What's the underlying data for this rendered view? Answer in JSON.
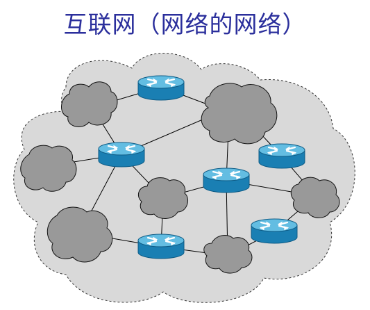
{
  "title": "互联网（网络的网络）",
  "colors": {
    "title": "#2b2f9c",
    "internet_cloud": "#d9d9d9",
    "network_cloud": "#999999",
    "router_body": "#1a8cc0",
    "router_top": "#5ab8e0",
    "link": "#000000"
  },
  "diagram": {
    "nodes": [
      {
        "id": "r1",
        "kind": "router"
      },
      {
        "id": "r2",
        "kind": "router"
      },
      {
        "id": "r3",
        "kind": "router"
      },
      {
        "id": "r4",
        "kind": "router"
      },
      {
        "id": "r5",
        "kind": "router"
      },
      {
        "id": "r6",
        "kind": "router"
      },
      {
        "id": "n1",
        "kind": "network"
      },
      {
        "id": "n2",
        "kind": "network"
      },
      {
        "id": "n3",
        "kind": "network"
      },
      {
        "id": "n4",
        "kind": "network"
      },
      {
        "id": "n5",
        "kind": "network"
      },
      {
        "id": "n6",
        "kind": "network"
      },
      {
        "id": "n7",
        "kind": "network"
      }
    ],
    "links": [
      [
        "n1",
        "r1"
      ],
      [
        "r1",
        "n2"
      ],
      [
        "n1",
        "r2"
      ],
      [
        "r2",
        "n2"
      ],
      [
        "n3",
        "r2"
      ],
      [
        "r2",
        "n4"
      ],
      [
        "r2",
        "n5"
      ],
      [
        "n2",
        "r3"
      ],
      [
        "n2",
        "r4"
      ],
      [
        "r3",
        "n4"
      ],
      [
        "r3",
        "n7"
      ],
      [
        "r3",
        "n6"
      ],
      [
        "r4",
        "n7"
      ],
      [
        "r6",
        "n7"
      ],
      [
        "r6",
        "n6"
      ],
      [
        "n4",
        "r5"
      ],
      [
        "n5",
        "r5"
      ],
      [
        "r5",
        "n6"
      ]
    ]
  }
}
